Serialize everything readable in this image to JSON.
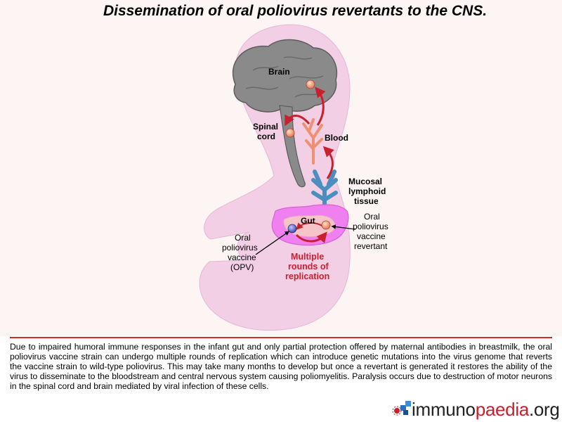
{
  "title": "Dissemination of oral poliovirus revertants to the CNS.",
  "labels": {
    "brain": "Brain",
    "spinal_1": "Spinal",
    "spinal_2": "cord",
    "blood": "Blood",
    "mucosal_1": "Mucosal",
    "mucosal_2": "lymphoid",
    "mucosal_3": "tissue",
    "gut": "Gut",
    "opv_1": "Oral",
    "opv_2": "poliovirus",
    "opv_3": "vaccine",
    "opv_4": "(OPV)",
    "rev_1": "Oral",
    "rev_2": "poliovirus",
    "rev_3": "vaccine",
    "rev_4": "revertant",
    "mult_1": "Multiple",
    "mult_2": "rounds of",
    "mult_3": "replication"
  },
  "description": "Due to impaired humoral immune responses in the infant gut and only partial protection offered by maternal antibodies in breastmilk, the oral poliovirus vaccine strain can undergo multiple rounds of replication which can introduce genetic mutations into the virus genome that reverts the vaccine strain to wild-type poliovirus. This may take many months to develop but once a revertant is generated it restores the ability of the virus to disseminate to the bloodstream and central nervous system causing poliomyelitis. Paralysis occurs due to destruction of motor neurons in the spinal cord and brain mediated by viral infection of these cells.",
  "logo": {
    "part1": "immuno",
    "part2": "paedia",
    "part3": ".org"
  },
  "colors": {
    "body_fill": "#f3cfe6",
    "brain_fill": "#8a8a8a",
    "arrow_red": "#c8202c",
    "gut_fill": "#f07ff0",
    "lymph_fill": "#4a8fbf",
    "blood_fill": "#f09070"
  }
}
